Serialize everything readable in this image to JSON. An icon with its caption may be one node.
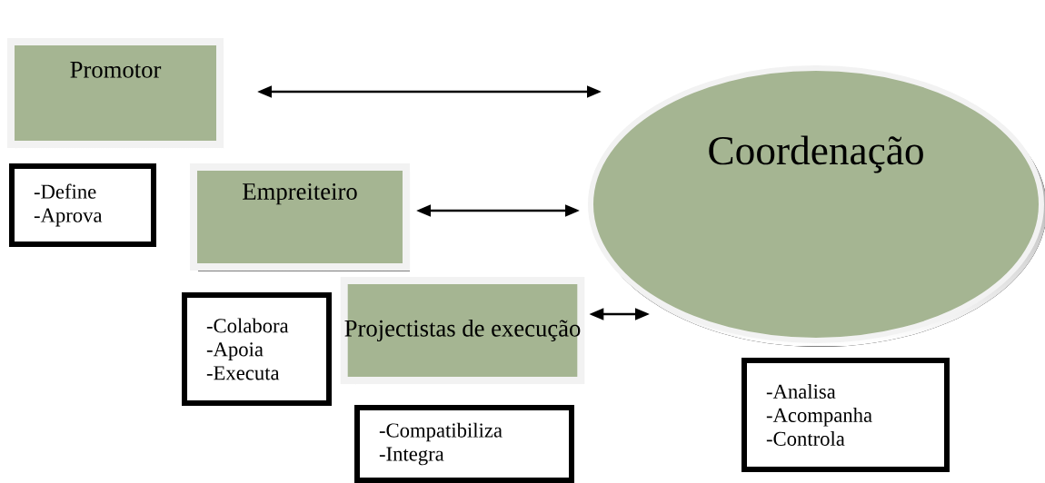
{
  "diagram": {
    "nodes": [
      {
        "text": [
          "Promotor"
        ]
      },
      {
        "text": [
          "-Define",
          "-Aprova"
        ]
      },
      {
        "text": [
          "Empreiteiro"
        ]
      },
      {
        "text": [
          "-Colabora",
          "-Apoia",
          "-Executa"
        ]
      },
      {
        "text": [
          "Projectistas de execução"
        ]
      },
      {
        "text": [
          "-Compatibiliza",
          "-Integra"
        ]
      },
      {
        "text": [
          "Coordenação"
        ]
      },
      {
        "text": [
          "-Analisa",
          "-Acompanha",
          "-Controla"
        ]
      }
    ],
    "edges": [
      {
        "from": 0,
        "to": 6,
        "arrow": "both"
      },
      {
        "from": 2,
        "to": 6,
        "arrow": "both"
      },
      {
        "from": 4,
        "to": 6,
        "arrow": "both"
      }
    ]
  }
}
